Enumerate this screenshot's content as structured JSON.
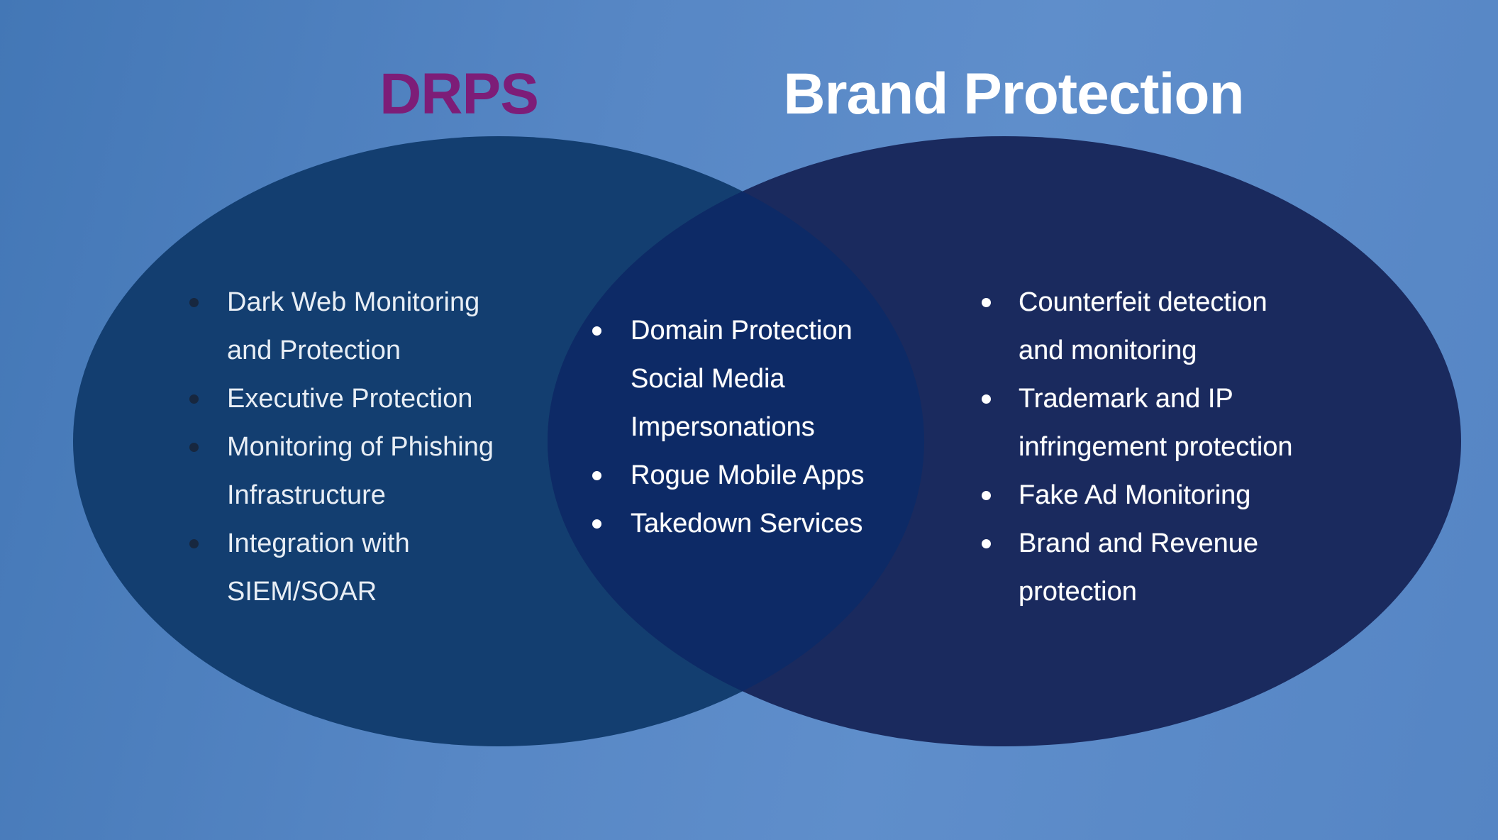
{
  "venn": {
    "left": {
      "title": "DRPS",
      "items": [
        [
          "Dark Web Monitoring",
          "and Protection"
        ],
        [
          "Executive Protection"
        ],
        [
          "Monitoring of Phishing",
          "Infrastructure"
        ],
        [
          "Integration with",
          "SIEM/SOAR"
        ]
      ]
    },
    "center": {
      "items": [
        [
          "Domain Protection",
          "Social Media",
          "Impersonations"
        ],
        [
          "Rogue Mobile Apps"
        ],
        [
          "Takedown Services"
        ]
      ]
    },
    "right": {
      "title": "Brand Protection",
      "items": [
        [
          "Counterfeit detection",
          "and monitoring"
        ],
        [
          "Trademark and IP",
          "infringement protection"
        ],
        [
          "Fake Ad Monitoring"
        ],
        [
          "Brand and Revenue",
          "protection"
        ]
      ]
    }
  },
  "colors": {
    "bg_a": "#4377b6",
    "bg_b": "#5787c5",
    "bg_c": "#5f8ecb",
    "bg_d": "#5585c4",
    "left_ellipse": "#133e70",
    "right_ellipse": "#1a2a5e",
    "overlap": "#0d2a66",
    "title_left": "#7d1d78",
    "title_right": "#ffffff",
    "text_left": "#e8eef5",
    "text_light": "#ffffff",
    "left_bullet": "#17273f",
    "light_bullet": "#ffffff"
  }
}
